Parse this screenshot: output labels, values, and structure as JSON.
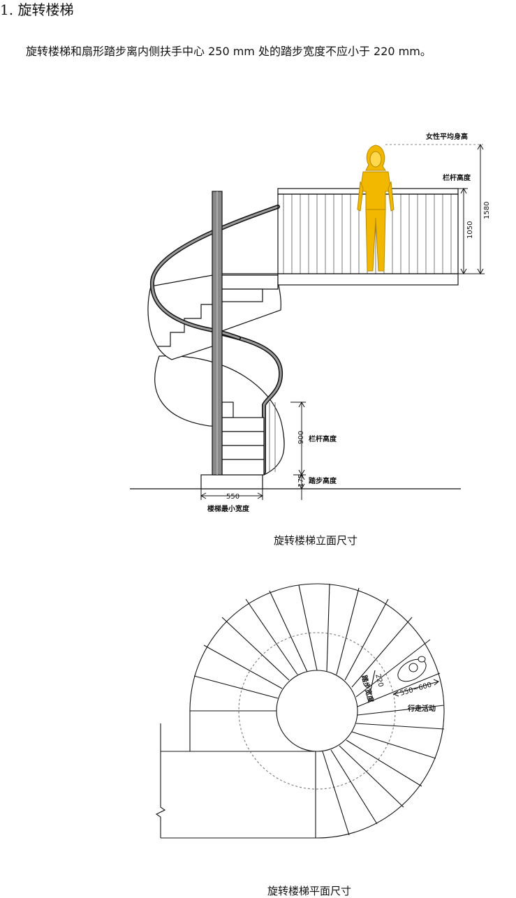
{
  "heading": "1. 旋转楼梯",
  "intro": "旋转楼梯和扇形踏步离内侧扶手中心 250 mm 处的踏步宽度不应小于 220 mm。",
  "elevation": {
    "caption": "旋转楼梯立面尺寸",
    "labels": {
      "female_height": "女性平均身高",
      "railing_height_top": "栏杆高度",
      "railing_height_bottom": "栏杆高度",
      "step_height": "踏步高度",
      "min_width": "楼梯最小宽度"
    },
    "dims": {
      "d1580": "1580",
      "d1050": "1050",
      "d900": "900",
      "d175": "175",
      "d550": "550"
    },
    "colors": {
      "figure": "#f2b800",
      "figure_stroke": "#b88a00",
      "post": "#8a8a8a"
    }
  },
  "plan": {
    "caption": "旋转楼梯平面尺寸",
    "labels": {
      "tread_width": "踏步宽度",
      "walking": "行走活动"
    },
    "dims": {
      "d220": "220",
      "d550_600": "550~600"
    }
  }
}
